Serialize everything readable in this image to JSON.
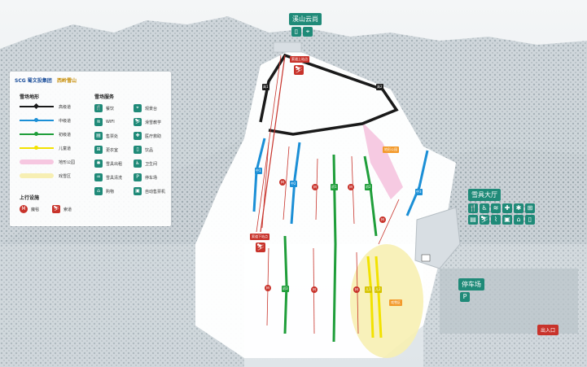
{
  "colors": {
    "teal": "#1f8a78",
    "red": "#c8332b",
    "orange": "#f39a2b",
    "expert": "#1a1a1a",
    "intermediate": "#1b8fd6",
    "beginner": "#1f9e3a",
    "novice": "#f2e200",
    "snowpark": "#f6c7e0",
    "playarea": "#f7efb3"
  },
  "icons": {
    "summit": [
      "phone-icon",
      "telescope-icon"
    ],
    "lodge": [
      "restaurant-icon",
      "restroom-icon",
      "wifi-icon",
      "medical-icon",
      "rental-icon",
      "locker-icon",
      "storage-icon",
      "ski-school-icon",
      "ski-icon",
      "ticket-icon"
    ],
    "parking": [
      "parking-icon"
    ]
  },
  "places": {
    "summit": "溪山云尚",
    "lodge": "雪具大厅",
    "parking": "停车场",
    "entrance": "出入口",
    "snowpark": "地形公园",
    "playarea": "戏雪区",
    "lift_top": "索道上站点",
    "lift_bottom": "索道下站点"
  },
  "legend": {
    "partner_logo_1": "SCG 蜀文投集团",
    "partner_logo_2": "西岭雪山",
    "trail_title": "雪场地形",
    "trails": [
      {
        "label": "高级道",
        "color": "#1a1a1a"
      },
      {
        "label": "中级道",
        "color": "#1b8fd6"
      },
      {
        "label": "初级道",
        "color": "#1f9e3a"
      },
      {
        "label": "儿童道",
        "color": "#f2e200"
      },
      {
        "label": "地形公园",
        "color": "#f6c7e0"
      },
      {
        "label": "戏雪区",
        "color": "#f7efb3"
      }
    ],
    "lift_title": "上行设施",
    "lifts": [
      {
        "label": "魔毯",
        "icon": "magic-carpet-icon",
        "glyph": "M"
      },
      {
        "label": "索道",
        "icon": "cable-car-icon",
        "glyph": "⛷"
      }
    ],
    "service_title": "雪场服务",
    "services_left": [
      {
        "label": "餐饮",
        "icon": "restaurant-icon",
        "glyph": "🍴"
      },
      {
        "label": "WIFI",
        "icon": "wifi-icon",
        "glyph": "≋"
      },
      {
        "label": "售票处",
        "icon": "ticket-icon",
        "glyph": "▤"
      },
      {
        "label": "更衣室",
        "icon": "locker-icon",
        "glyph": "⊞"
      },
      {
        "label": "雪具出租",
        "icon": "rental-icon",
        "glyph": "✱"
      },
      {
        "label": "雪具清洗",
        "icon": "cleaning-icon",
        "glyph": "♒"
      },
      {
        "label": "购物",
        "icon": "shopping-icon",
        "glyph": "⌂"
      }
    ],
    "services_right": [
      {
        "label": "观景台",
        "icon": "telescope-icon",
        "glyph": "⌖"
      },
      {
        "label": "滑雪教学",
        "icon": "ski-school-icon",
        "glyph": "⛷"
      },
      {
        "label": "医疗救助",
        "icon": "medical-icon",
        "glyph": "✚"
      },
      {
        "label": "饮品",
        "icon": "drink-icon",
        "glyph": "▯"
      },
      {
        "label": "卫生间",
        "icon": "restroom-icon",
        "glyph": "♿"
      },
      {
        "label": "停车场",
        "icon": "parking-icon",
        "glyph": "P"
      },
      {
        "label": "自动售票机",
        "icon": "ticket-machine-icon",
        "glyph": "▣"
      }
    ]
  },
  "trail_tags": {
    "expert": [
      "高1",
      "高2"
    ],
    "intermediate": [
      "中1",
      "中2",
      "中3"
    ],
    "beginner": [
      "初1",
      "初2",
      "初3"
    ],
    "novice": [
      "儿1",
      "儿2"
    ]
  },
  "magic_carpet_glyph": "M"
}
